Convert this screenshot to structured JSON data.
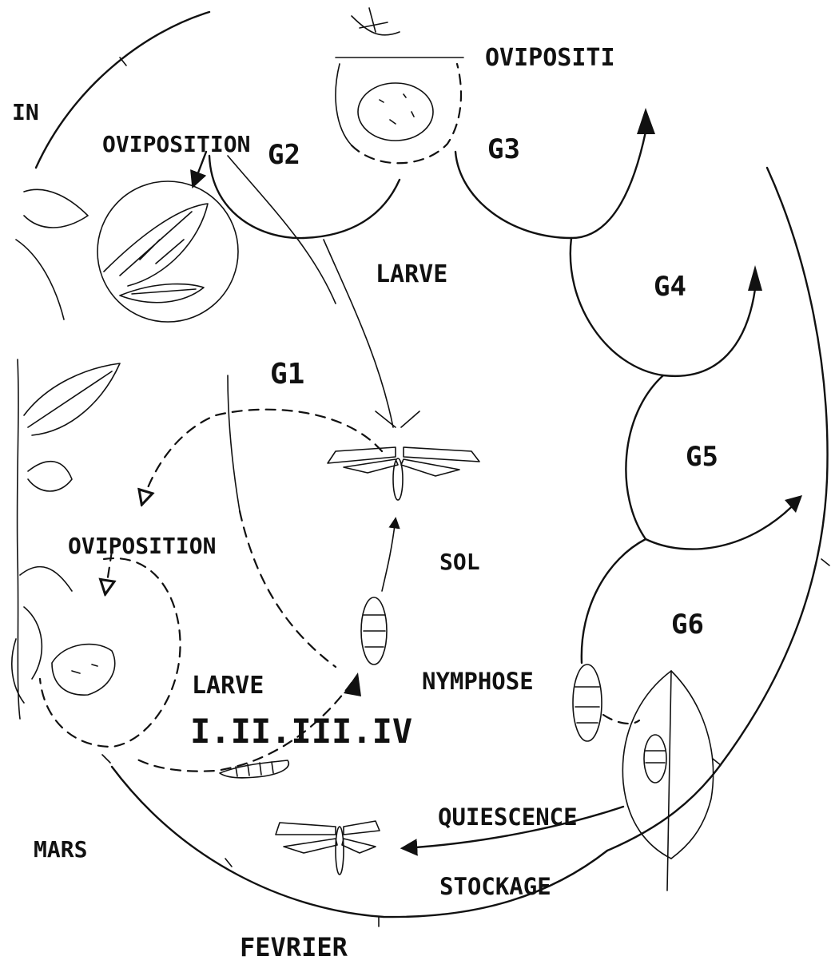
{
  "labels": {
    "in": "IN",
    "oviposition_top": "OVIPOSITION",
    "ovipositi_partial": "OVIPOSITI",
    "g2": "G2",
    "g3": "G3",
    "g4": "G4",
    "g5": "G5",
    "g6": "G6",
    "g1": "G1",
    "larve_top": "LARVE",
    "oviposition_left": "OVIPOSITION",
    "sol": "SOL",
    "larve_bottom": "LARVE",
    "larval_instars": "I.II.III.IV",
    "nymphose": "NYMPHOSE",
    "quiescence": "QUIESCENCE",
    "stockage": "STOCKAGE",
    "mars": "MARS",
    "fevrier": "FEVRIER"
  },
  "colors": {
    "ink": "#111111",
    "paper": "#ffffff"
  }
}
